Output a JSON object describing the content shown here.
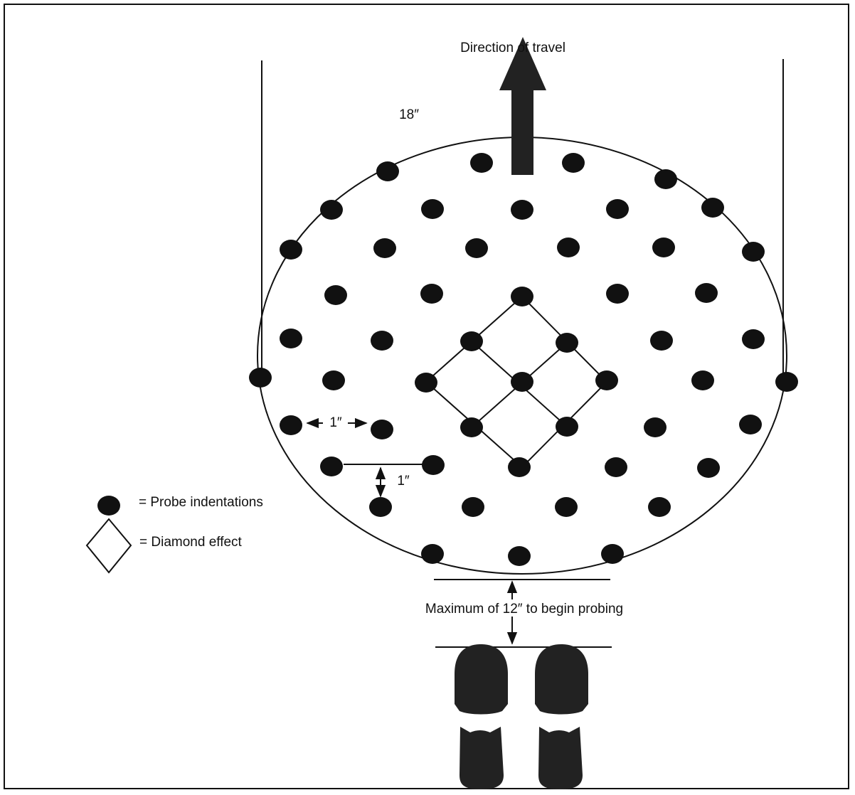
{
  "labels": {
    "direction": "Direction of travel",
    "width": "18″",
    "spacing_horizontal": "1″",
    "spacing_vertical": "1″",
    "start_distance": "Maximum of 12″ to begin probing"
  },
  "legend": {
    "probe": "= Probe indentations",
    "diamond": "= Diamond effect"
  },
  "colors": {
    "ink": "#111111",
    "background": "#ffffff"
  },
  "icons": [
    "up-arrow-icon",
    "probe-dot-icon",
    "diamond-icon",
    "left-arrow-icon",
    "right-arrow-icon",
    "double-arrow-icon",
    "footprint-icon"
  ]
}
